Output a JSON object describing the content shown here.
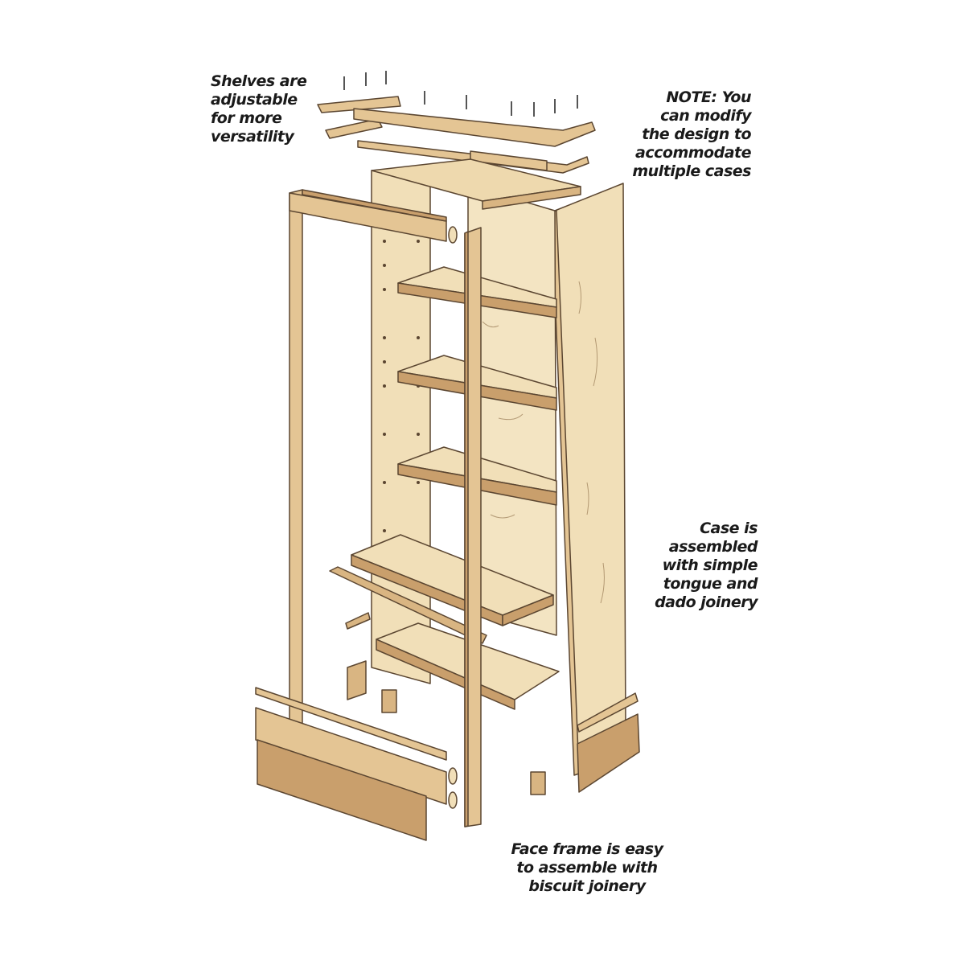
{
  "annotations": {
    "shelves": {
      "lines": [
        "Shelves are",
        "adjustable",
        "for more",
        "versatility"
      ]
    },
    "note": {
      "bold": "NOTE:",
      "lines": [
        " You",
        "can modify",
        "the design to",
        "accommodate",
        "multiple cases"
      ]
    },
    "case": {
      "lines": [
        "Case is",
        "assembled",
        "with simple",
        "tongue and",
        "dado joinery"
      ]
    },
    "face_frame": {
      "lines": [
        "Face frame is easy",
        "to assemble with",
        "biscuit joinery"
      ]
    }
  },
  "colors": {
    "wood_light": "#f1dfb8",
    "wood_mid": "#e4c594",
    "wood_dark": "#c99f6c",
    "outline": "#5b4631"
  }
}
